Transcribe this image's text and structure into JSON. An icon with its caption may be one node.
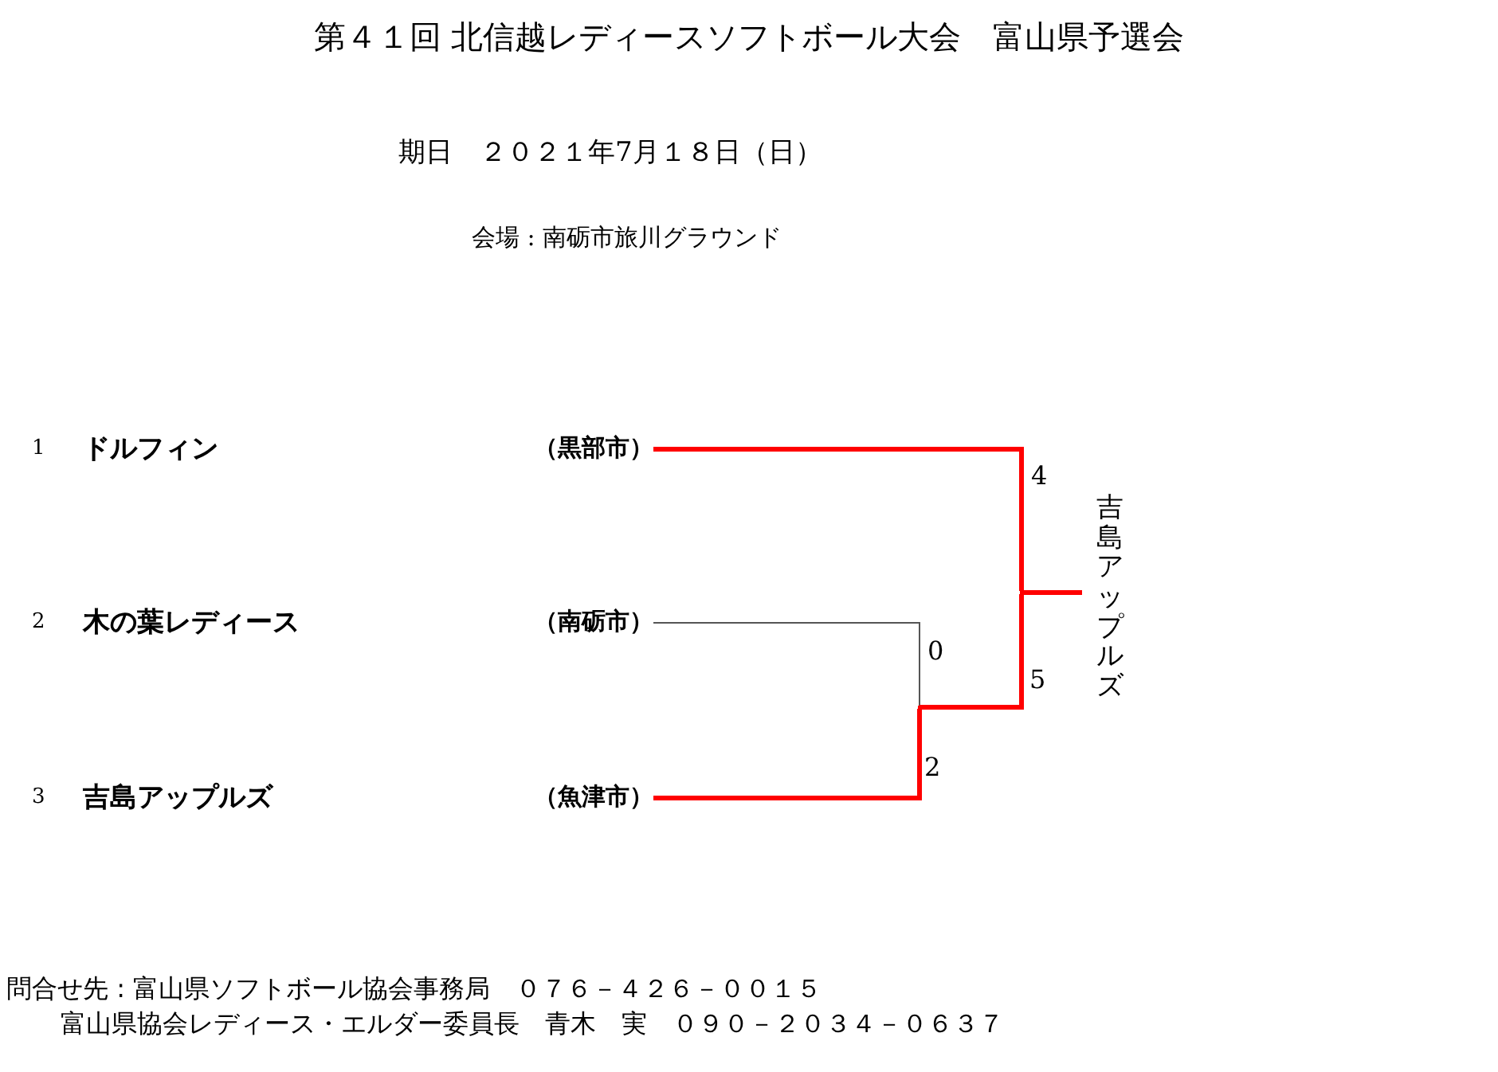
{
  "diagram": {
    "title": "第４１回 北信越レディースソフトボール大会　富山県予選会",
    "nodes": [
      {
        "text": [
          "ドルフィン"
        ],
        "beside": [
          "1",
          "（黒部市）"
        ]
      },
      {
        "text": [
          "木の葉レディース"
        ],
        "beside": [
          "2",
          "（南砺市）"
        ]
      },
      {
        "text": [
          "吉島アップルズ"
        ],
        "beside": [
          "3",
          "（魚津市）"
        ]
      },
      {
        "text": [],
        "shape": "junction"
      },
      {
        "text": [],
        "shape": "junction"
      },
      {
        "text": [
          "吉島アップルズ"
        ]
      }
    ],
    "edges": [
      {
        "from": 1,
        "to": 3,
        "arrow": "none",
        "label": "0",
        "color": "#555555"
      },
      {
        "from": 2,
        "to": 3,
        "arrow": "none",
        "label": "2"
      },
      {
        "from": 0,
        "to": 4,
        "arrow": "none",
        "label": "4"
      },
      {
        "from": 3,
        "to": 4,
        "arrow": "none",
        "label": "5"
      },
      {
        "from": 4,
        "to": 5,
        "arrow": "none"
      }
    ],
    "labels": [
      "期日　２０２１年7月１８日（日）",
      "会場 : 南砺市旅川グラウンド",
      "問合せ先 : 富山県ソフトボール協会事務局　０７６－４２６－００１５",
      "富山県協会レディース・エルダー委員長　青木　実　０９０－２０３４－０６３７"
    ]
  }
}
